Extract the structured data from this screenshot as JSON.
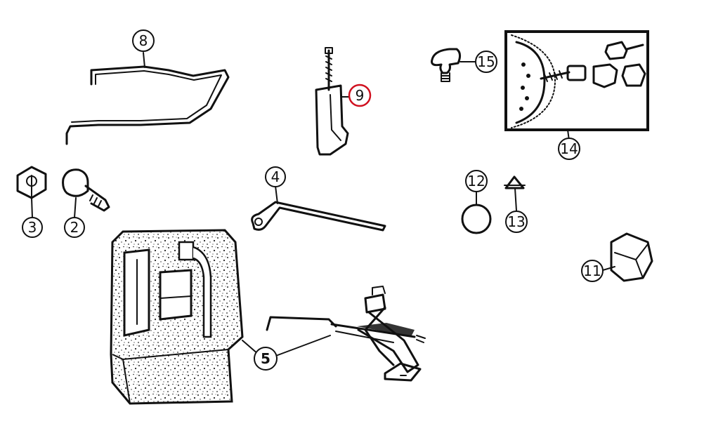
{
  "callouts": {
    "c2": "2",
    "c3": "3",
    "c4": "4",
    "c5": "5",
    "c8": "8",
    "c9": "9",
    "c11": "11",
    "c12": "12",
    "c13": "13",
    "c14": "14",
    "c15": "15"
  },
  "highlight_color": "#d0101f",
  "ink_color": "#111111"
}
